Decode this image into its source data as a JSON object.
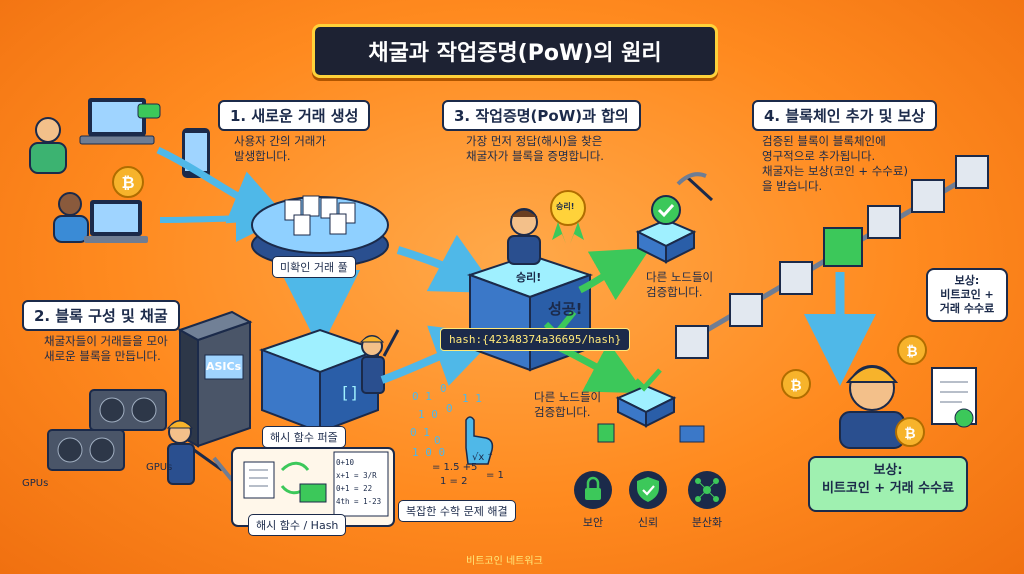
{
  "title": "채굴과 작업증명(PoW)의 원리",
  "step1": {
    "header": "1. 새로운 거래 생성",
    "desc_line1": "사용자 간의 거래가",
    "desc_line2": "발생합니다."
  },
  "pool_label": "미확인 거래 풀",
  "step2": {
    "header": "2. 블록 구성 및 채굴",
    "desc_line1": "채굴자들이 거래들을 모아",
    "desc_line2": "새로운 블록을 만듭니다."
  },
  "asics_label": "ASICs",
  "gpus_label_1": "GPUs",
  "gpus_label_2": "GPUs",
  "hash_puzzle_label": "해시 함수 퍼즐",
  "hash_func_label": "해시 함수 / Hash",
  "math_lines": [
    "0+10",
    "x+1 = 3/R",
    "0+1 = 22",
    "4th = 1-23"
  ],
  "complex_math_label": "복잡한 수학 문제 해결",
  "step3": {
    "header": "3. 작업증명(PoW)과 합의",
    "desc_line1": "가장 먼저 정답(해시)을 찾은",
    "desc_line2": "채굴자가 블록을 증명합니다."
  },
  "win_badge": "승리!",
  "win_box_label": "승리!",
  "success_label": "성공!",
  "hash_value": "hash:{42348374a36695/hash}",
  "verify_top_line1": "다른 노드들이",
  "verify_top_line2": "검증합니다.",
  "verify_bottom_line1": "다른 노드들이",
  "verify_bottom_line2": "검증합니다.",
  "step4": {
    "header": "4. 블록체인 추가 및 보상",
    "desc_line1": "검증된 블록이 블록체인에",
    "desc_line2": "영구적으로 추가됩니다.",
    "desc_line3": "채굴자는 보상(코인 + 수수료)",
    "desc_line4": "을 받습니다."
  },
  "reward_bubble_line1": "보상:",
  "reward_bubble_line2": "비트코인 +",
  "reward_bubble_line3": "거래 수수료",
  "reward_box_line1": "보상:",
  "reward_box_line2": "비트코인 + 거래 수수료",
  "features": [
    "보안",
    "신뢰",
    "분산화"
  ],
  "footer": "비트코인 네트워크",
  "colors": {
    "background": "#ff8a1f",
    "navy": "#1b2a4a",
    "accent_yellow": "#ffd23a",
    "success_green": "#3cc85a",
    "arrow_blue": "#4fb8e8",
    "block_blue": "#3b78c8"
  }
}
